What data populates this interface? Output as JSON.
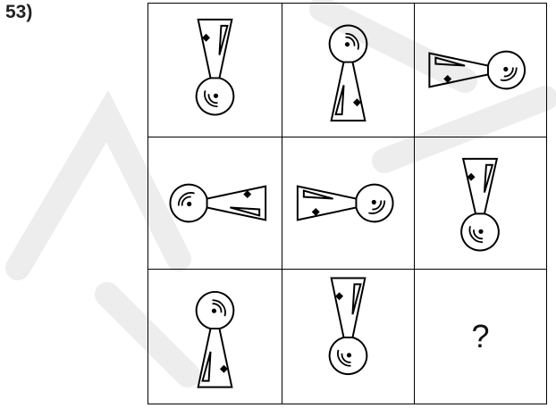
{
  "question": {
    "number_label": "53)",
    "missing_label": "?"
  },
  "figure": {
    "line_color": "#000000",
    "watermark_color": "#e8e8e8",
    "cells": [
      {
        "row": 1,
        "col": 1,
        "rotation": 0,
        "content": "keyhole-figure"
      },
      {
        "row": 1,
        "col": 2,
        "rotation": 180,
        "content": "keyhole-figure"
      },
      {
        "row": 1,
        "col": 3,
        "rotation": 270,
        "content": "keyhole-figure"
      },
      {
        "row": 2,
        "col": 1,
        "rotation": 90,
        "content": "keyhole-figure"
      },
      {
        "row": 2,
        "col": 2,
        "rotation": 270,
        "content": "keyhole-figure"
      },
      {
        "row": 2,
        "col": 3,
        "rotation": 0,
        "content": "keyhole-figure"
      },
      {
        "row": 3,
        "col": 1,
        "rotation": 180,
        "content": "keyhole-figure"
      },
      {
        "row": 3,
        "col": 2,
        "rotation": 0,
        "content": "keyhole-figure"
      },
      {
        "row": 3,
        "col": 3,
        "rotation": 0,
        "content": "question-mark"
      }
    ]
  }
}
